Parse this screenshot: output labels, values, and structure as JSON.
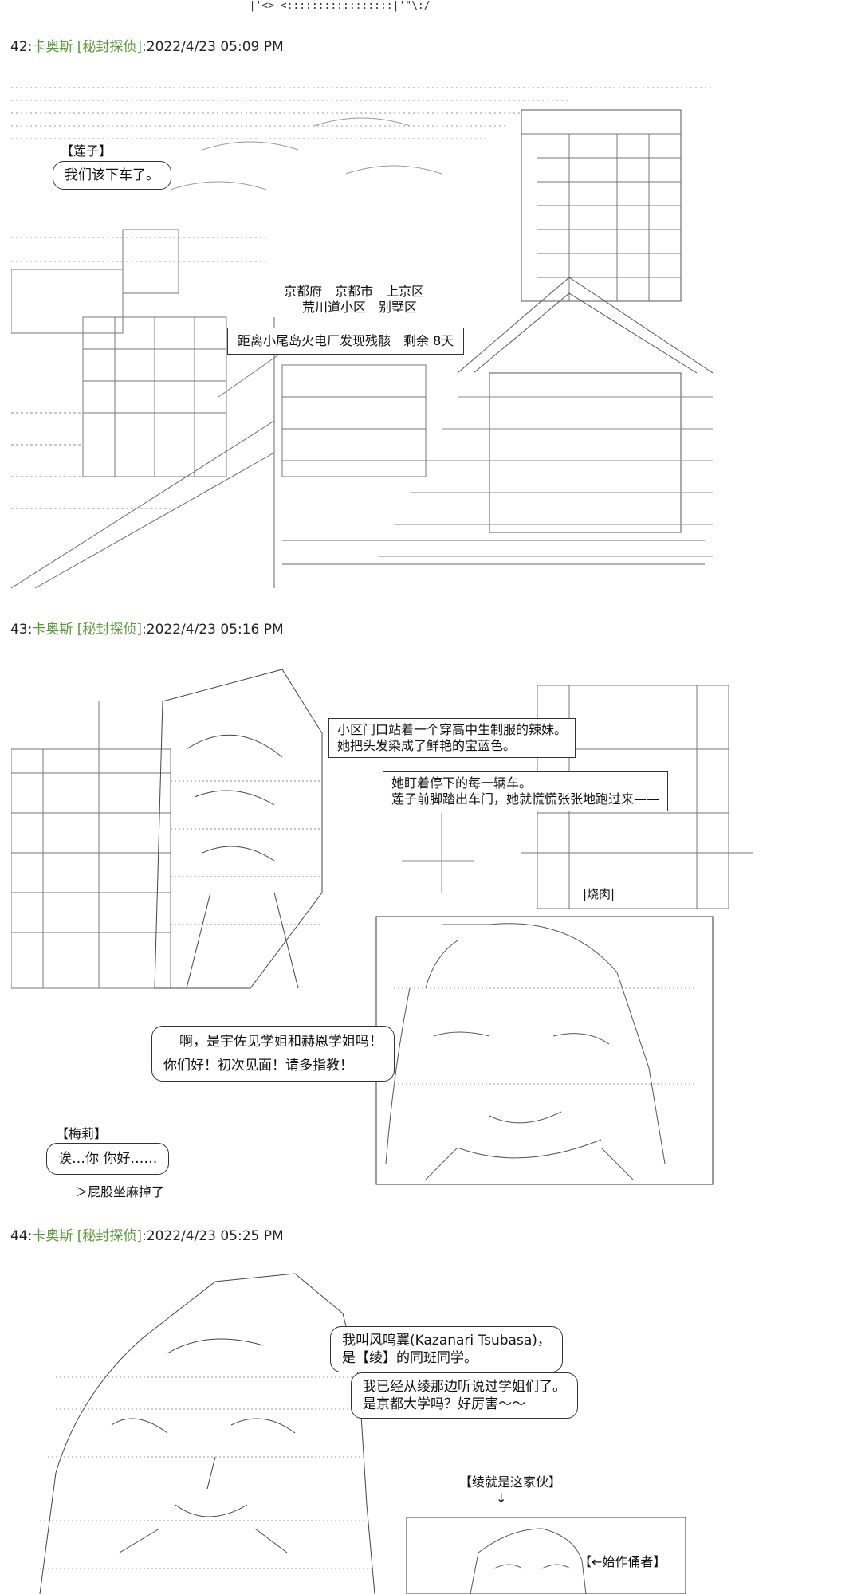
{
  "top_fragment": "        |'<>-<:::::::::::::::::|'\"\\:/",
  "posts": [
    {
      "number": "42:",
      "author": "卡奥斯",
      "tag": "[秘封探侦]",
      "date": ":2022/4/23 05:09 PM",
      "speaker": "【莲子】",
      "speech": "我们该下车了。",
      "sign_line1": "京都府　京都市　上京区",
      "sign_line2": "荒川道小区　别墅区",
      "caption": "距离小尾岛火电厂发现残骸　剩余 8天"
    },
    {
      "number": "43:",
      "author": "卡奥斯",
      "tag": "[秘封探侦]",
      "date": ":2022/4/23 05:16 PM",
      "narration1_line1": "小区门口站着一个穿高中生制服的辣妹。",
      "narration1_line2": "她把头发染成了鲜艳的宝蓝色。",
      "narration2_line1": "她盯着停下的每一辆车。",
      "narration2_line2": "莲子前脚踏出车门，她就慌慌张张地跑过来——",
      "shop_sign": "|烧肉|",
      "girl_speech_line1": "啊，是宇佐见学姐和赫恩学姐吗！",
      "girl_speech_line2": "你们好！初次见面！请多指教！",
      "maribel_speaker": "【梅莉】",
      "maribel_speech": "诶…你  你好……",
      "maribel_note": "＞屁股坐麻掉了"
    },
    {
      "number": "44:",
      "author": "卡奥斯",
      "tag": "[秘封探侦]",
      "date": ":2022/4/23 05:25 PM",
      "intro_line1": "我叫风鸣翼(Kazanari Tsubasa)，",
      "intro_line2": "是【绫】的同班同学。",
      "speech2_line1": "我已经从绫那边听说过学姐们了。",
      "speech2_line2": "是京都大学吗？好厉害～～",
      "aya_label": "【绫就是这家伙】",
      "aya_arrow": "↓",
      "author_note": "【←始作俑者】"
    }
  ]
}
